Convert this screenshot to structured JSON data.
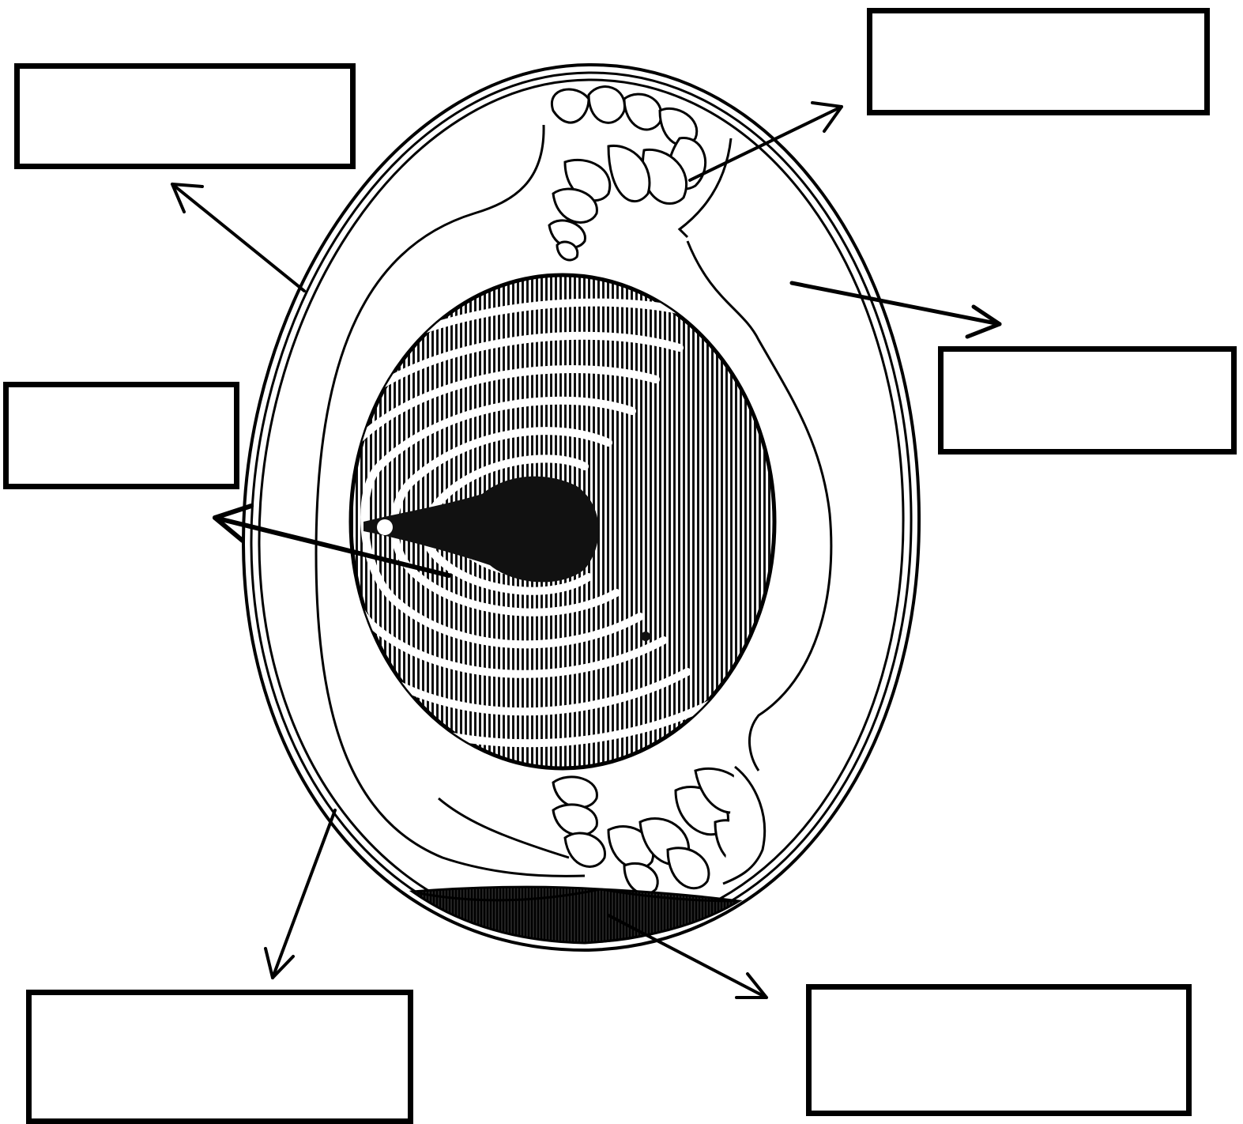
{
  "diagram": {
    "subject": "egg-cross-section",
    "label_boxes": [
      {
        "id": "box-top-left",
        "points_to": "shell",
        "text": ""
      },
      {
        "id": "box-top-right",
        "points_to": "chalaza",
        "text": ""
      },
      {
        "id": "box-mid-left",
        "points_to": "yolk",
        "text": ""
      },
      {
        "id": "box-mid-right",
        "points_to": "albumen",
        "text": ""
      },
      {
        "id": "box-bottom-left",
        "points_to": "shell-membrane",
        "text": ""
      },
      {
        "id": "box-bottom-right",
        "points_to": "air-cell",
        "text": ""
      }
    ],
    "colors": {
      "ink": "#000000",
      "paper": "#ffffff"
    }
  }
}
